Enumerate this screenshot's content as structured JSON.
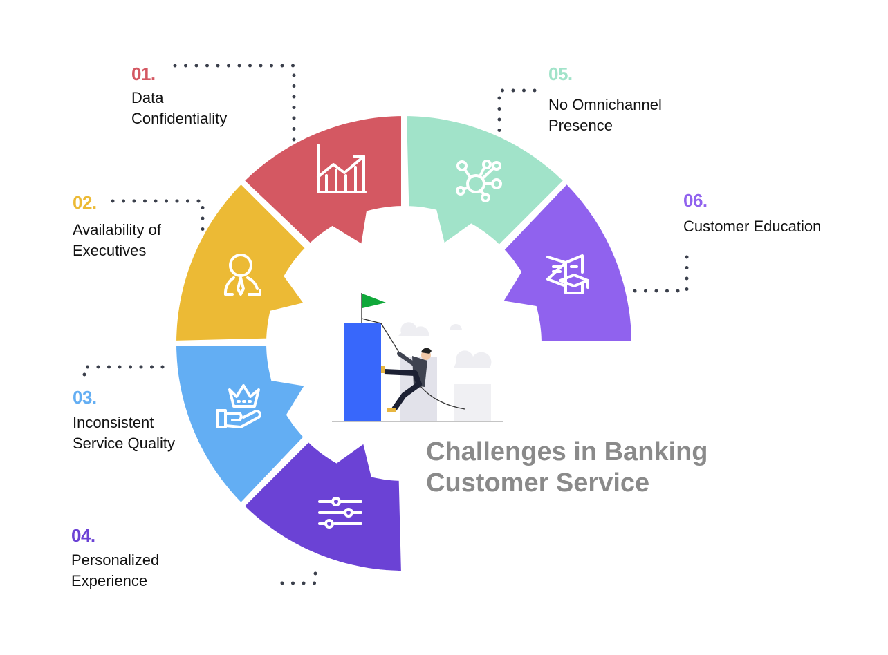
{
  "title": {
    "line1": "Challenges in Banking",
    "line2": "Customer Service"
  },
  "items": [
    {
      "number": "01.",
      "line1": "Data",
      "line2": "Confidentiality",
      "color": "#d45862",
      "icon": "growth-chart-icon"
    },
    {
      "number": "02.",
      "line1": "Availability of",
      "line2": "Executives",
      "color": "#ecba35",
      "icon": "executive-person-icon"
    },
    {
      "number": "03.",
      "line1": "Inconsistent",
      "line2": "Service Quality",
      "color": "#63aef3",
      "icon": "crown-hand-icon"
    },
    {
      "number": "04.",
      "line1": "Personalized",
      "line2": "Experience",
      "color": "#6b42d5",
      "icon": "sliders-icon"
    },
    {
      "number": "05.",
      "line1": "No Omnichannel",
      "line2": "Presence",
      "color": "#a1e3c9",
      "icon": "network-hub-icon"
    },
    {
      "number": "06.",
      "line1": "Customer Education",
      "line2": "",
      "color": "#9062ee",
      "icon": "book-graduation-icon"
    }
  ],
  "dot_color": "#3a3f4b",
  "title_color": "#8a8a8a"
}
